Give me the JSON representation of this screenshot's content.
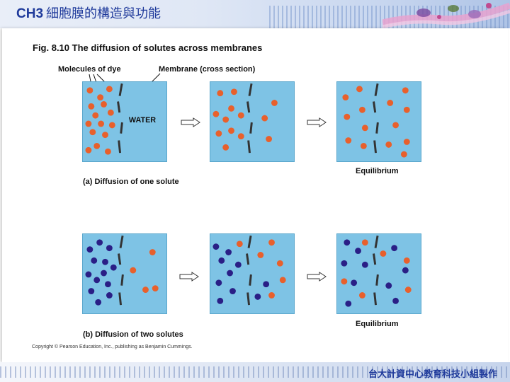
{
  "header": {
    "chapter": "CH3",
    "title": "細胞膜的構造與功能"
  },
  "figure": {
    "title": "Fig. 8.10  The diffusion of solutes across membranes",
    "label_molecules": "Molecules of dye",
    "label_membrane": "Membrane (cross section)",
    "label_water": "WATER",
    "equilibrium_a": "Equilibrium",
    "caption_a": "(a) Diffusion of one solute",
    "equilibrium_b": "Equilibrium",
    "caption_b": "(b) Diffusion of two solutes",
    "copyright": "Copyright © Pearson Education, Inc., publishing as Benjamin Cummings."
  },
  "footer": {
    "text": "台大計資中心教育科技小組製作"
  },
  "colors": {
    "water": "#7ec3e5",
    "orange_solute": "#e8602c",
    "purple_solute": "#2a1f86",
    "membrane": "#333333",
    "header_text": "#1f3a9b"
  }
}
